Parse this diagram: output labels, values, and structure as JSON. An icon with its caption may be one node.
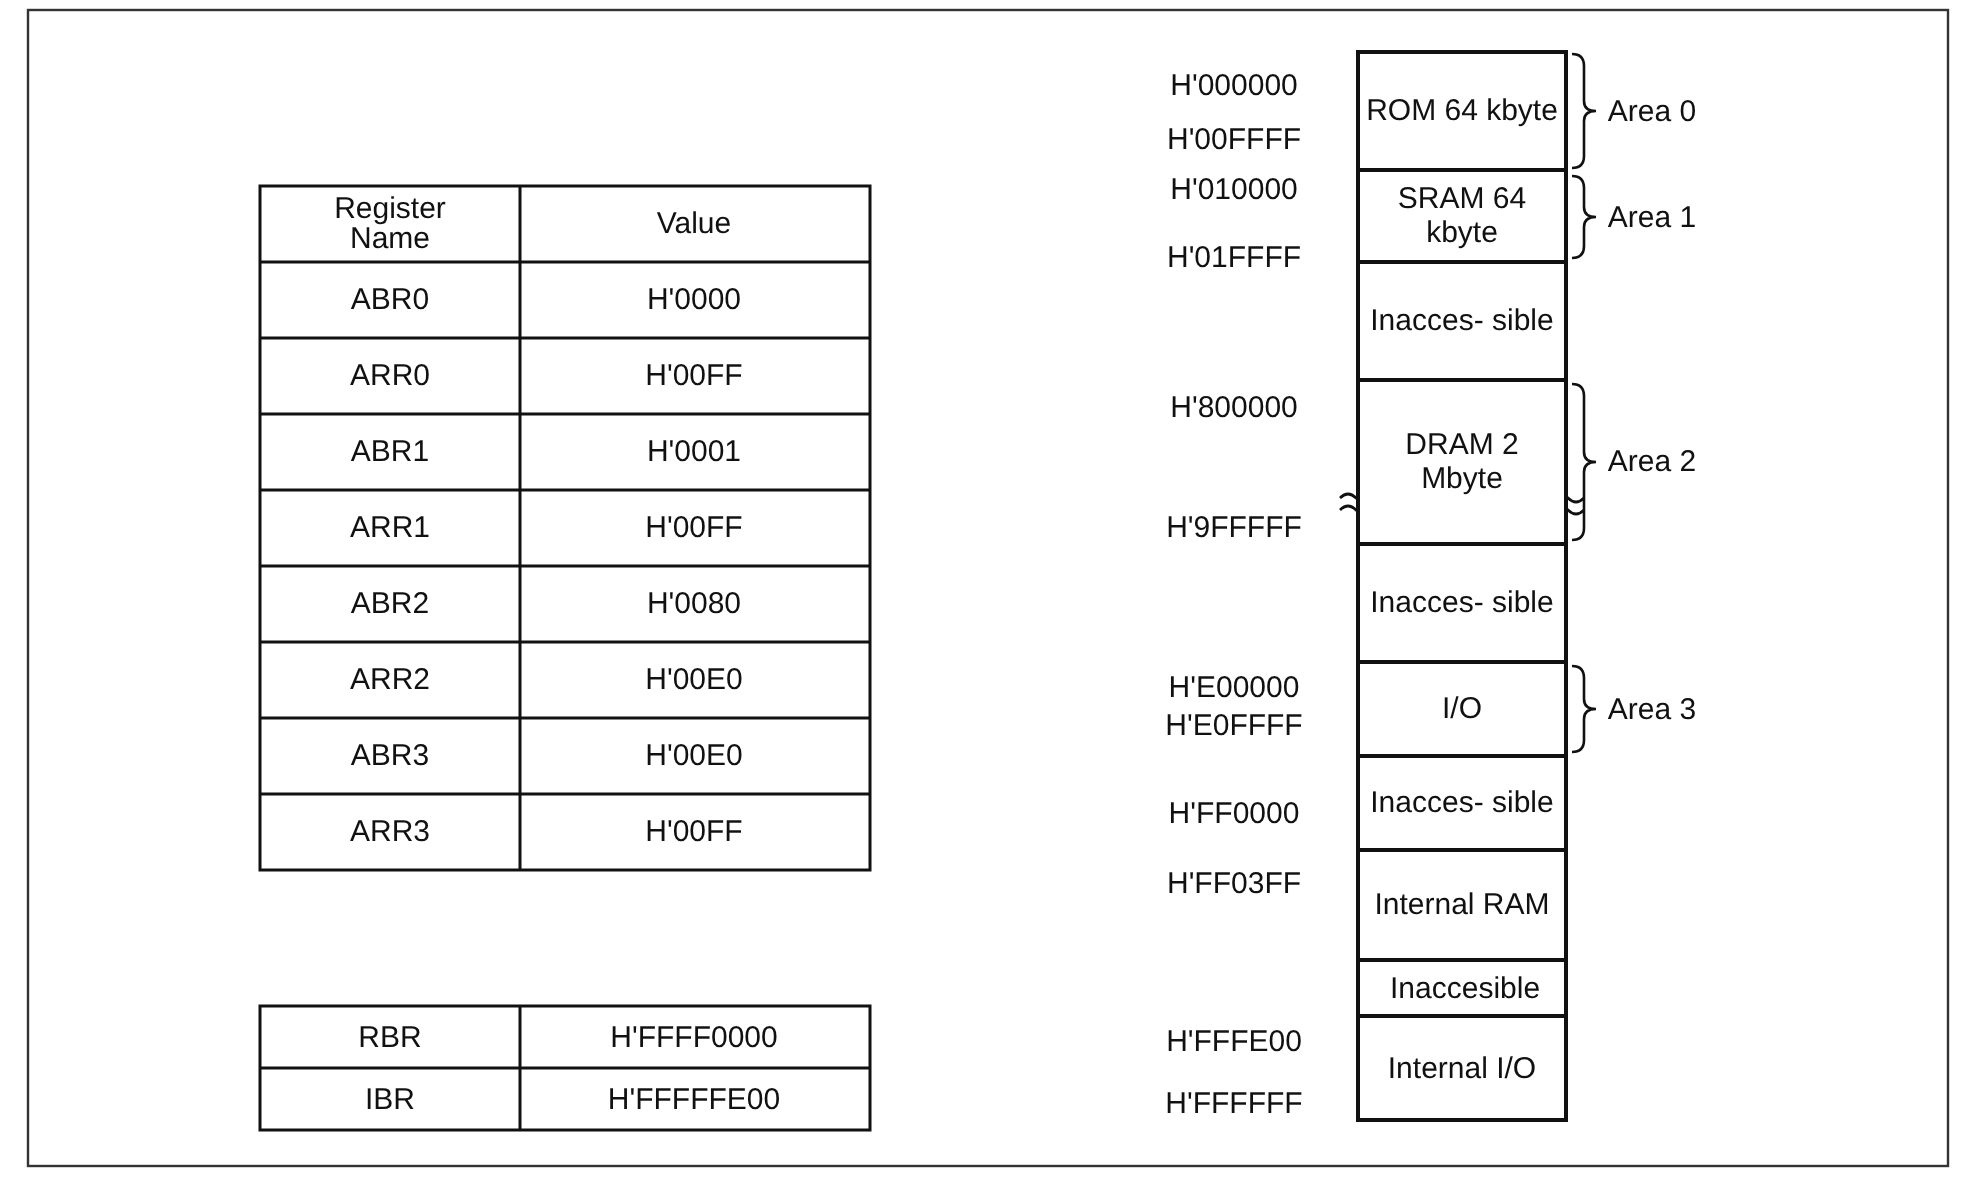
{
  "diagram": {
    "nodes": [
      {
        "text": [
          "ROM 64 kbyte"
        ]
      },
      {
        "text": [
          "SRAM 64 kbyte"
        ]
      },
      {
        "text": [
          "Inacces- sible"
        ]
      },
      {
        "text": [
          "DRAM 2 Mbyte"
        ]
      },
      {
        "text": [
          "Inacces- sible"
        ]
      },
      {
        "text": [
          "I/O"
        ]
      },
      {
        "text": [
          "Inacces- sible"
        ]
      },
      {
        "text": [
          "Internal RAM"
        ]
      },
      {
        "text": [
          "Inaccesible"
        ]
      },
      {
        "text": [
          "Internal I/O"
        ]
      }
    ],
    "labels": [
      "Register Name",
      "Value",
      "ABR0",
      "H'0000",
      "ARR0",
      "H'00FF",
      "ABR1",
      "H'0001",
      "ARR1",
      "H'00FF",
      "ABR2",
      "H'0080",
      "ARR2",
      "H'00E0",
      "ABR3",
      "H'00E0",
      "ARR3",
      "H'00FF",
      "RBR",
      "H'FFFF0000",
      "IBR",
      "H'FFFFFE00",
      "H'000000",
      "H'00FFFF",
      "H'010000",
      "H'01FFFF",
      "H'800000",
      "H'9FFFFF",
      "H'E00000",
      "H'E0FFFF",
      "H'FF0000",
      "H'FF03FF",
      "H'FFFE00",
      "H'FFFFFF",
      "Area 0",
      "Area 1",
      "Area 2",
      "Area 3"
    ]
  }
}
